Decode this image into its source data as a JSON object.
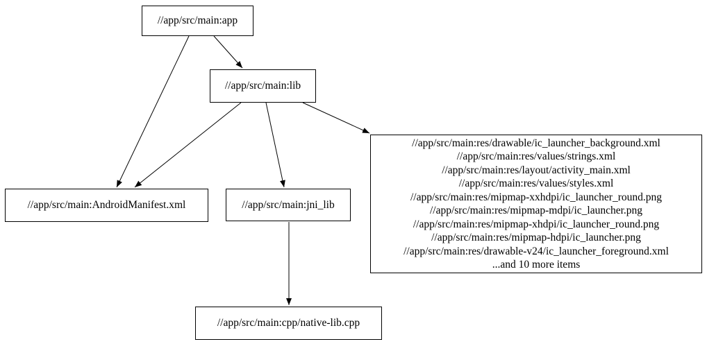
{
  "diagram": {
    "type": "dependency-graph",
    "background_color": "#ffffff",
    "line_color": "#000000",
    "nodes": {
      "app": {
        "label": "//app/src/main:app"
      },
      "lib": {
        "label": "//app/src/main:lib"
      },
      "manifest": {
        "label": "//app/src/main:AndroidManifest.xml"
      },
      "jni_lib": {
        "label": "//app/src/main:jni_lib"
      },
      "native_lib": {
        "label": "//app/src/main:cpp/native-lib.cpp"
      },
      "resources": {
        "lines": [
          "//app/src/main:res/drawable/ic_launcher_background.xml",
          "//app/src/main:res/values/strings.xml",
          "//app/src/main:res/layout/activity_main.xml",
          "//app/src/main:res/values/styles.xml",
          "//app/src/main:res/mipmap-xxhdpi/ic_launcher_round.png",
          "//app/src/main:res/mipmap-mdpi/ic_launcher.png",
          "//app/src/main:res/mipmap-xhdpi/ic_launcher_round.png",
          "//app/src/main:res/mipmap-hdpi/ic_launcher.png",
          "//app/src/main:res/drawable-v24/ic_launcher_foreground.xml",
          "...and 10 more items"
        ]
      }
    },
    "edges": [
      {
        "from": "app",
        "to": "lib"
      },
      {
        "from": "app",
        "to": "manifest"
      },
      {
        "from": "lib",
        "to": "manifest"
      },
      {
        "from": "lib",
        "to": "jni_lib"
      },
      {
        "from": "lib",
        "to": "resources"
      },
      {
        "from": "jni_lib",
        "to": "native_lib"
      }
    ]
  }
}
